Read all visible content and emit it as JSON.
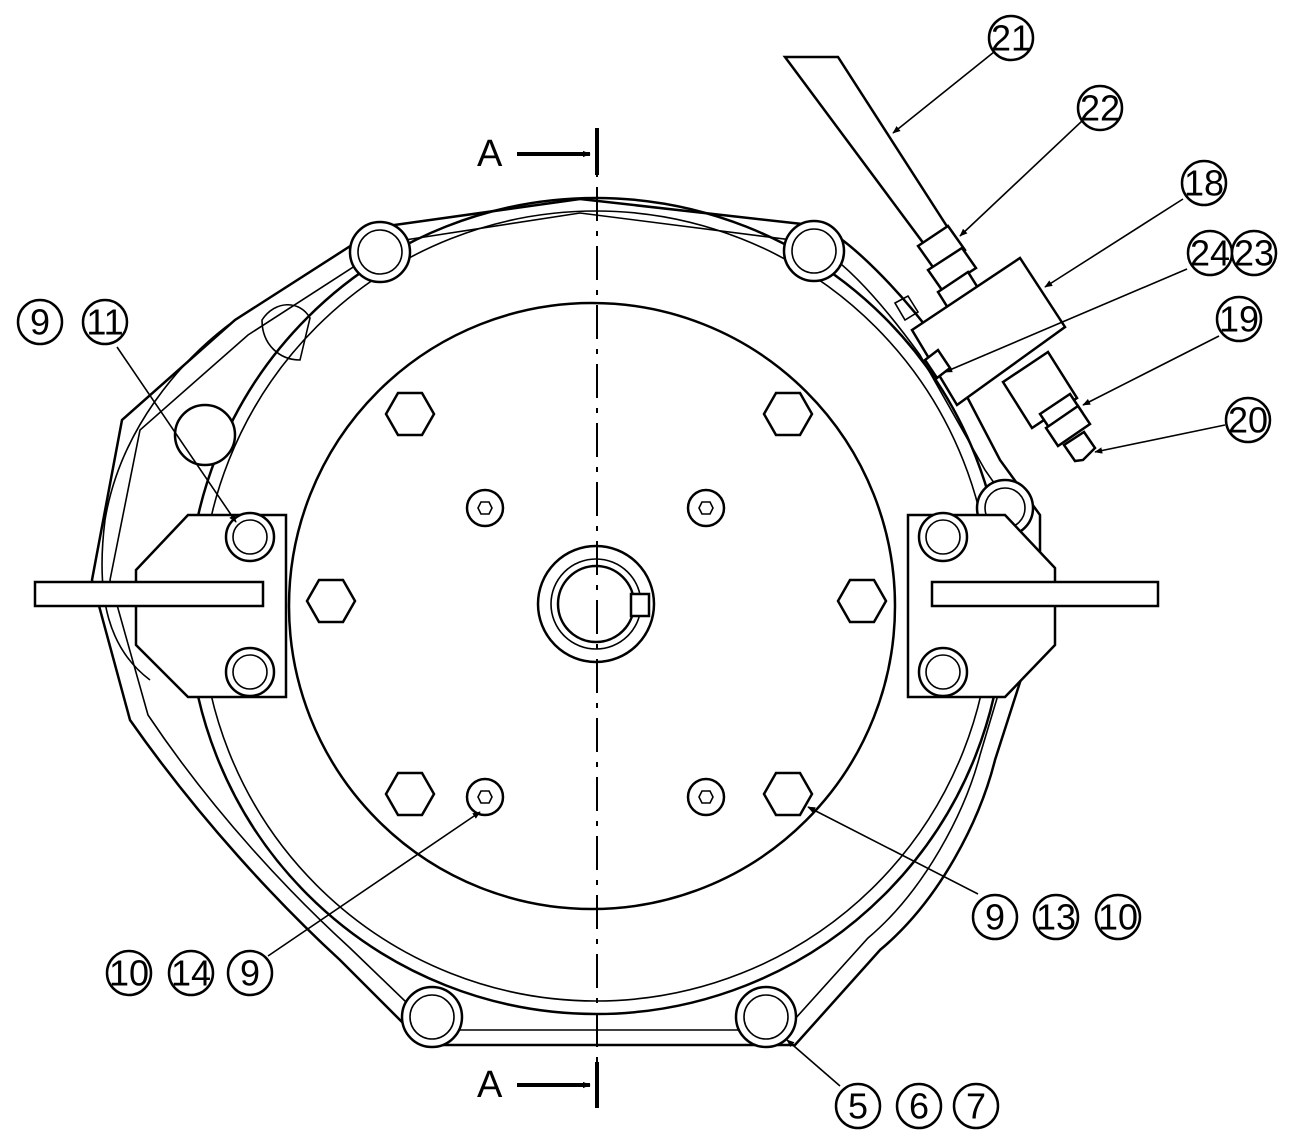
{
  "section_marks": [
    {
      "id": "top",
      "label": "A"
    },
    {
      "id": "bottom",
      "label": "A"
    }
  ],
  "balloon_groups": [
    {
      "id": "g21",
      "items": [
        "21"
      ]
    },
    {
      "id": "g22",
      "items": [
        "22"
      ]
    },
    {
      "id": "g18",
      "items": [
        "18"
      ]
    },
    {
      "id": "g2423",
      "items": [
        "24",
        "23"
      ]
    },
    {
      "id": "g19",
      "items": [
        "19"
      ]
    },
    {
      "id": "g20",
      "items": [
        "20"
      ]
    },
    {
      "id": "g911",
      "items": [
        "9",
        "11"
      ]
    },
    {
      "id": "g91310",
      "items": [
        "9",
        "13",
        "10"
      ]
    },
    {
      "id": "g10149",
      "items": [
        "10",
        "14",
        "9"
      ]
    },
    {
      "id": "g567",
      "items": [
        "5",
        "6",
        "7"
      ]
    }
  ]
}
